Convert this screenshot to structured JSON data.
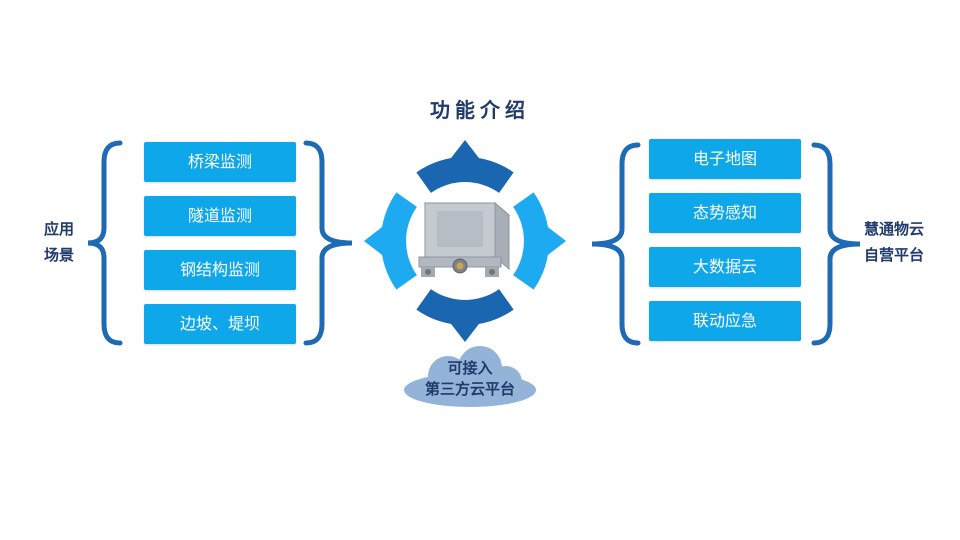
{
  "title": "功能介绍",
  "left_label": [
    "应用",
    "场景"
  ],
  "left_items": [
    "桥梁监测",
    "隧道监测",
    "钢结构监测",
    "边坡、堤坝"
  ],
  "right_items": [
    "电子地图",
    "态势感知",
    "大数据云",
    "联动应急"
  ],
  "right_label": [
    "慧通物云",
    "自营平台"
  ],
  "cloud_label": [
    "可接入",
    "第三方云平台"
  ],
  "colors": {
    "box_fill": "#0ea7e9",
    "brace": "#1e6ab4",
    "ring_dark": "#1a66b1",
    "ring_light": "#1eaaf0",
    "text_dark": "#1f3a6b",
    "cloud": "#93b4d8"
  }
}
